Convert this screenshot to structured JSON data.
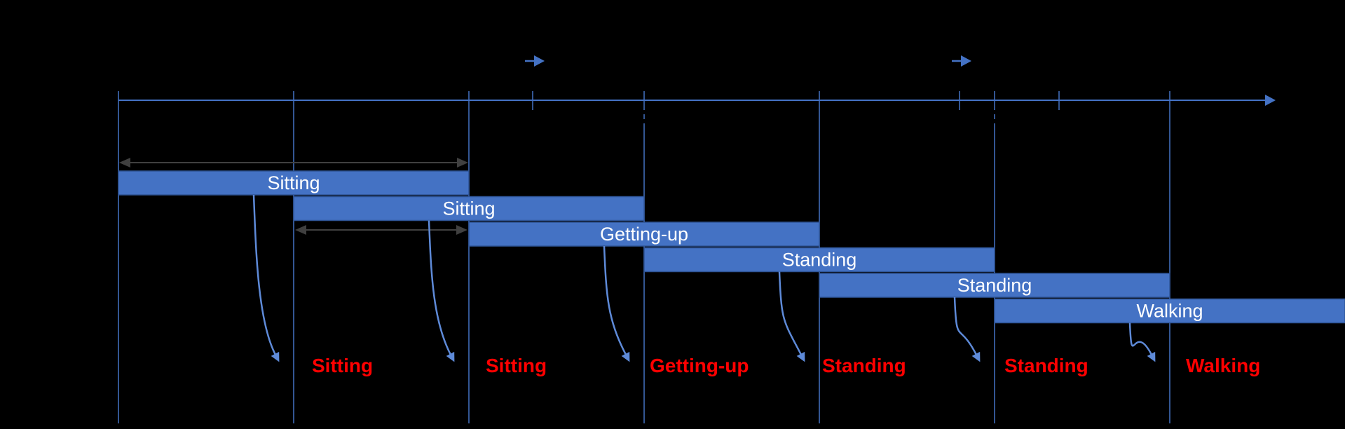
{
  "colors": {
    "background": "#000000",
    "bar_fill": "#4472C4",
    "bar_border": "#2F5597",
    "bar_text": "#FFFFFF",
    "axis_line": "#4472C4",
    "classification_arrow": "#5E8AD8",
    "measure_arrow": "#404040",
    "result_text": "#FF0000"
  },
  "icons": {
    "axis_arrowhead": "right-arrowhead-icon",
    "slide_direction": "right-arrow-icon",
    "window_span": "double-headed-arrow-icon",
    "overlap_span": "double-headed-arrow-icon",
    "classification": "curved-down-arrow-icon"
  },
  "windows": [
    {
      "bar_label": "Sitting",
      "result_label": "Sitting"
    },
    {
      "bar_label": "Sitting",
      "result_label": "Sitting"
    },
    {
      "bar_label": "Getting-up",
      "result_label": "Getting-up"
    },
    {
      "bar_label": "Standing",
      "result_label": "Standing"
    },
    {
      "bar_label": "Standing",
      "result_label": "Standing"
    },
    {
      "bar_label": "Walking",
      "result_label": "Walking"
    }
  ]
}
